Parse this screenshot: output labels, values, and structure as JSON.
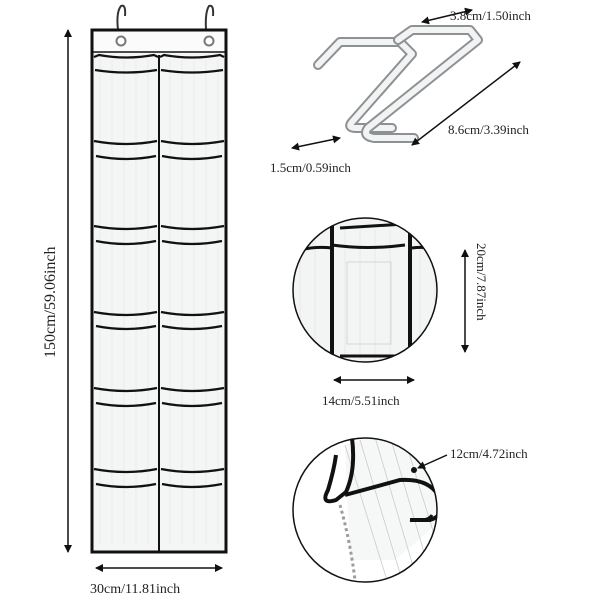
{
  "labels": {
    "height": "150cm/59.06inch",
    "width": "30cm/11.81inch",
    "hook_top": "3.8cm/1.50inch",
    "hook_depth": "8.6cm/3.39inch",
    "hook_thickness": "1.5cm/0.59inch",
    "pocket_height": "20cm/7.87inch",
    "pocket_width": "14cm/5.51inch",
    "pocket_depth": "12cm/4.72inch"
  },
  "colors": {
    "trim": "#111111",
    "mesh": "#f4f5f5",
    "hook": "#9ea3a6",
    "arrow": "#111111"
  }
}
